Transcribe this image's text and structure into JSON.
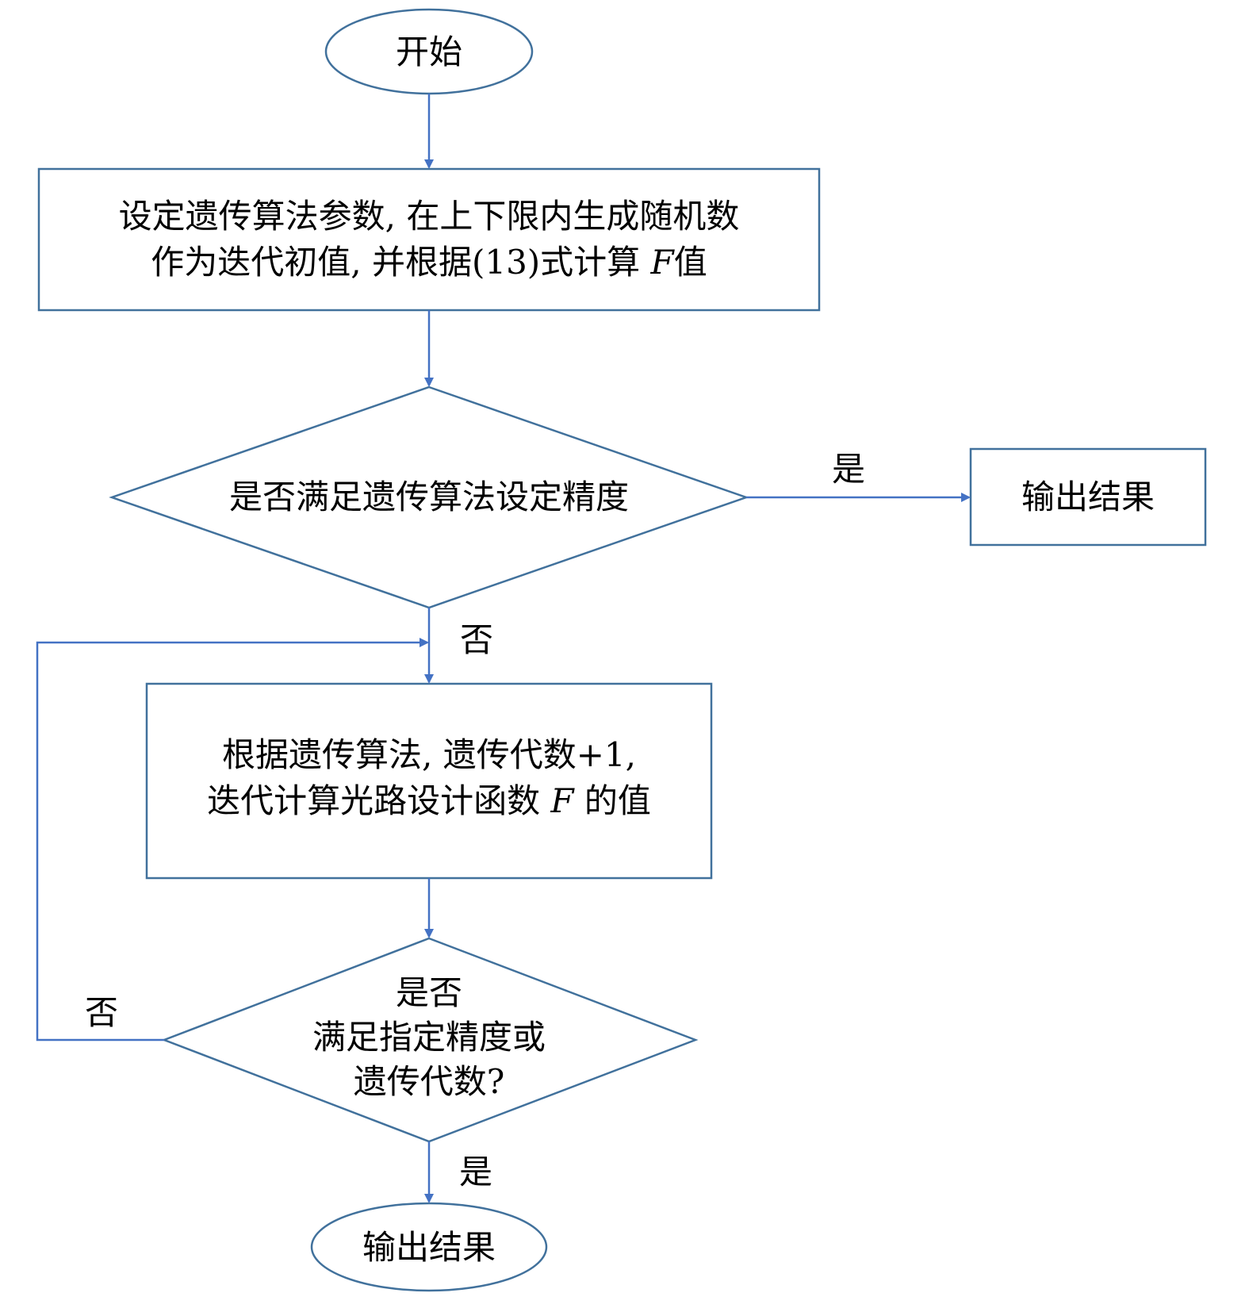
{
  "nodes": {
    "start": "开始",
    "init": {
      "line1": "设定遗传算法参数, 在上下限内生成随机数",
      "line2a": "作为迭代初值, 并根据(13)式计算 ",
      "line2var": "F",
      "line2b": "值"
    },
    "decision1": "是否满足遗传算法设定精度",
    "output1": "输出结果",
    "iterate": {
      "line1": "根据遗传算法, 遗传代数+1,",
      "line2a": "迭代计算光路设计函数 ",
      "line2var": "F",
      "line2b": " 的值"
    },
    "decision2": {
      "line1": "是否",
      "line2": "满足指定精度或",
      "line3": "遗传代数?"
    },
    "end": "输出结果"
  },
  "edges": {
    "d1_yes": "是",
    "d1_no": "否",
    "d2_no": "否",
    "d2_yes": "是"
  },
  "colors": {
    "shape_stroke": "#41719c",
    "connector": "#4472c4",
    "text": "#000000"
  }
}
